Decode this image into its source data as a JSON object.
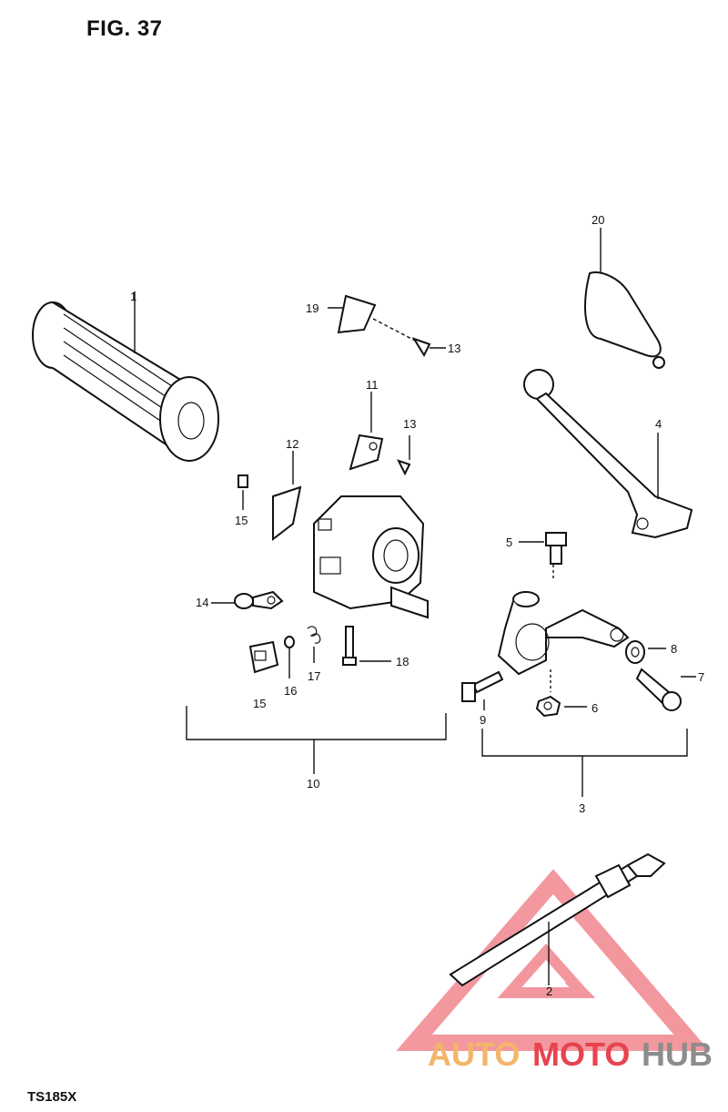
{
  "figure": {
    "title": "FIG. 37",
    "model": "TS185X"
  },
  "labels": {
    "p1": "1",
    "p2": "2",
    "p3": "3",
    "p4": "4",
    "p5": "5",
    "p6": "6",
    "p7": "7",
    "p8": "8",
    "p9": "9",
    "p10": "10",
    "p11": "11",
    "p12": "12",
    "p13a": "13",
    "p13b": "13",
    "p14": "14",
    "p15a": "15",
    "p15b": "15",
    "p16": "16",
    "p17": "17",
    "p18": "18",
    "p19": "19",
    "p20": "20"
  },
  "watermark": {
    "part1": "AUTO",
    "part2": "MOTO",
    "part3": "HUB"
  },
  "colors": {
    "watermark_red": "#e8434f",
    "watermark_orange": "#f4b56a",
    "watermark_gray": "#8c8c8c",
    "line": "#111111"
  }
}
